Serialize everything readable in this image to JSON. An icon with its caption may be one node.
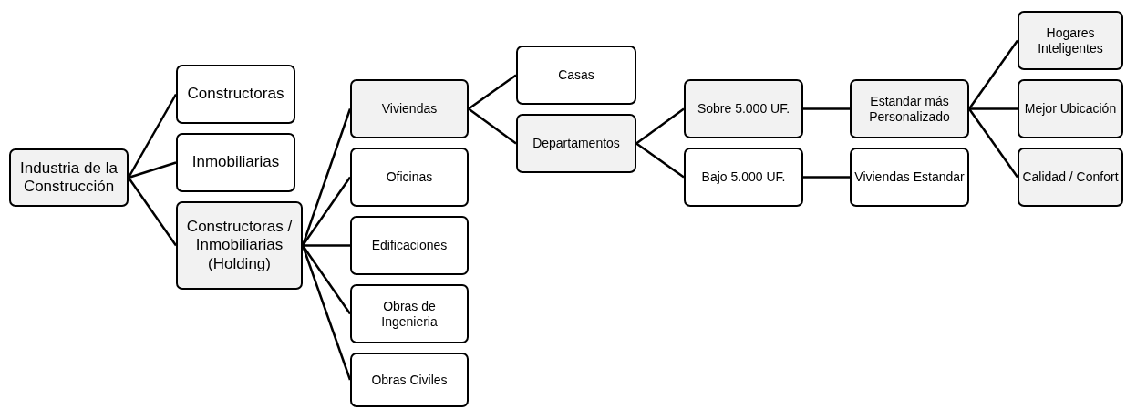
{
  "diagram": {
    "nodes": [
      {
        "text": [
          "Industria de la Construcción"
        ]
      },
      {
        "text": [
          "Constructoras"
        ]
      },
      {
        "text": [
          "Inmobiliarias"
        ]
      },
      {
        "text": [
          "Constructoras / Inmobiliarias (Holding)"
        ]
      },
      {
        "text": [
          "Viviendas"
        ]
      },
      {
        "text": [
          "Oficinas"
        ]
      },
      {
        "text": [
          "Edificaciones"
        ]
      },
      {
        "text": [
          "Obras de Ingenieria"
        ]
      },
      {
        "text": [
          "Obras Civiles"
        ]
      },
      {
        "text": [
          "Casas"
        ]
      },
      {
        "text": [
          "Departamentos"
        ]
      },
      {
        "text": [
          "Sobre 5.000 UF."
        ]
      },
      {
        "text": [
          "Bajo 5.000 UF."
        ]
      },
      {
        "text": [
          "Estandar más Personalizado"
        ]
      },
      {
        "text": [
          "Viviendas Estandar"
        ]
      },
      {
        "text": [
          "Hogares Inteligentes"
        ]
      },
      {
        "text": [
          "Mejor Ubicación"
        ]
      },
      {
        "text": [
          "Calidad / Confort"
        ]
      }
    ],
    "edges": [
      {
        "from": 0,
        "to": 1,
        "arrow": "none"
      },
      {
        "from": 0,
        "to": 2,
        "arrow": "none"
      },
      {
        "from": 0,
        "to": 3,
        "arrow": "none"
      },
      {
        "from": 3,
        "to": 4,
        "arrow": "none"
      },
      {
        "from": 3,
        "to": 5,
        "arrow": "none"
      },
      {
        "from": 3,
        "to": 6,
        "arrow": "none"
      },
      {
        "from": 3,
        "to": 7,
        "arrow": "none"
      },
      {
        "from": 3,
        "to": 8,
        "arrow": "none"
      },
      {
        "from": 4,
        "to": 9,
        "arrow": "none"
      },
      {
        "from": 4,
        "to": 10,
        "arrow": "none"
      },
      {
        "from": 10,
        "to": 11,
        "arrow": "none"
      },
      {
        "from": 10,
        "to": 12,
        "arrow": "none"
      },
      {
        "from": 11,
        "to": 13,
        "arrow": "none"
      },
      {
        "from": 12,
        "to": 14,
        "arrow": "none"
      },
      {
        "from": 13,
        "to": 15,
        "arrow": "none"
      },
      {
        "from": 13,
        "to": 16,
        "arrow": "none"
      },
      {
        "from": 13,
        "to": 17,
        "arrow": "none"
      }
    ]
  }
}
